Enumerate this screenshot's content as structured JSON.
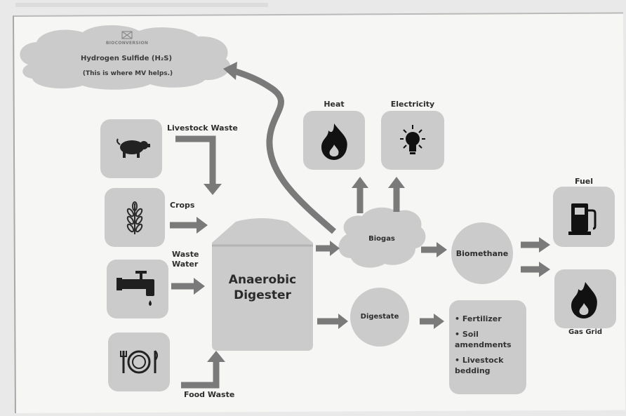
{
  "cloud": {
    "logo_text": "BIOCONVERSION",
    "title": "Hydrogen Sulfide (H₂S)",
    "subtitle": "(This is where MV helps.)"
  },
  "inputs": {
    "livestock_waste": "Livestock Waste",
    "crops": "Crops",
    "waste_water": [
      "Waste",
      "Water"
    ],
    "food_waste": "Food Waste"
  },
  "digester": {
    "line1": "Anaerobic",
    "line2": "Digester"
  },
  "outputs": {
    "heat": "Heat",
    "electricity": "Electricity",
    "biogas": "Biogas",
    "biomethane": "Biomethane",
    "digestate": "Digestate",
    "fuel": "Fuel",
    "gas_grid": "Gas Grid",
    "digestate_uses": [
      "• Fertilizer",
      "• Soil amendments",
      "• Livestock bedding"
    ]
  },
  "icons": {
    "livestock": "pig-icon",
    "crops": "wheat-icon",
    "water": "faucet-icon",
    "food": "plate-cutlery-icon",
    "heat": "flame-icon",
    "electricity": "lightbulb-icon",
    "fuel": "fuel-pump-icon",
    "gas_grid": "flame-icon"
  },
  "colors": {
    "box": "#cbcbcb",
    "arrow": "#7a7a7a",
    "text": "#2d2d2d"
  }
}
